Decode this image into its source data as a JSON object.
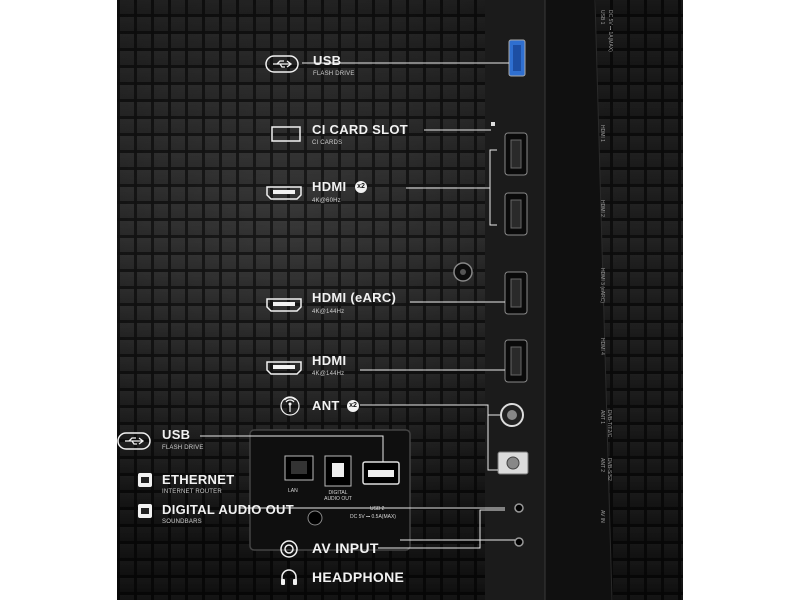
{
  "ports": {
    "usb_top": {
      "title": "USB",
      "sub": "FLASH DRIVE",
      "icon": "usb-icon"
    },
    "ci_card": {
      "title": "CI CARD SLOT",
      "sub": "CI CARDS",
      "icon": "card-slot-icon"
    },
    "hdmi_x2": {
      "title": "HDMI",
      "badge": "x2",
      "sub": "4K@60Hz",
      "icon": "hdmi-icon"
    },
    "hdmi_earc": {
      "title": "HDMI (eARC)",
      "sub": "4K@144Hz",
      "icon": "hdmi-icon"
    },
    "hdmi_144": {
      "title": "HDMI",
      "sub": "4K@144Hz",
      "icon": "hdmi-icon"
    },
    "ant": {
      "title": "ANT",
      "badge": "x2",
      "icon": "antenna-icon"
    },
    "usb_bottom": {
      "title": "USB",
      "sub": "FLASH DRIVE",
      "icon": "usb-icon"
    },
    "ethernet": {
      "title": "ETHERNET",
      "sub": "INTERNET ROUTER",
      "icon": "ethernet-icon"
    },
    "digital_audio": {
      "title": "DIGITAL AUDIO OUT",
      "sub": "SOUNDBARS",
      "icon": "optical-audio-icon"
    },
    "av_input": {
      "title": "AV INPUT",
      "icon": "av-input-icon"
    },
    "headphone": {
      "title": "HEADPHONE",
      "icon": "headphone-icon"
    }
  },
  "panel_labels": {
    "lan": "LAN",
    "digital_audio_out": "DIGITAL AUDIO OUT",
    "usb2": "USB 2",
    "usb2_power": "DC 5V ⎓ 0.5A(MAX)",
    "side_usb1": "USB 1",
    "side_usb1_power": "DC 5V ⎓ 1A(MAX)",
    "side_hdmi1": "HDMI 1",
    "side_hdmi2": "HDMI 2",
    "side_hdmi3": "HDMI 3 (eARC)",
    "side_hdmi4": "HDMI 4",
    "side_ant1": "ANT 1",
    "side_ant1_sub": "DVB-T/T2/C",
    "side_ant2": "ANT 2",
    "side_ant2_sub": "DVB-S/S2",
    "side_avin": "AV IN"
  },
  "colors": {
    "usb_port_blue": "#2f6fd0",
    "label_text": "#f2f2f2",
    "panel_dark": "#151515"
  }
}
